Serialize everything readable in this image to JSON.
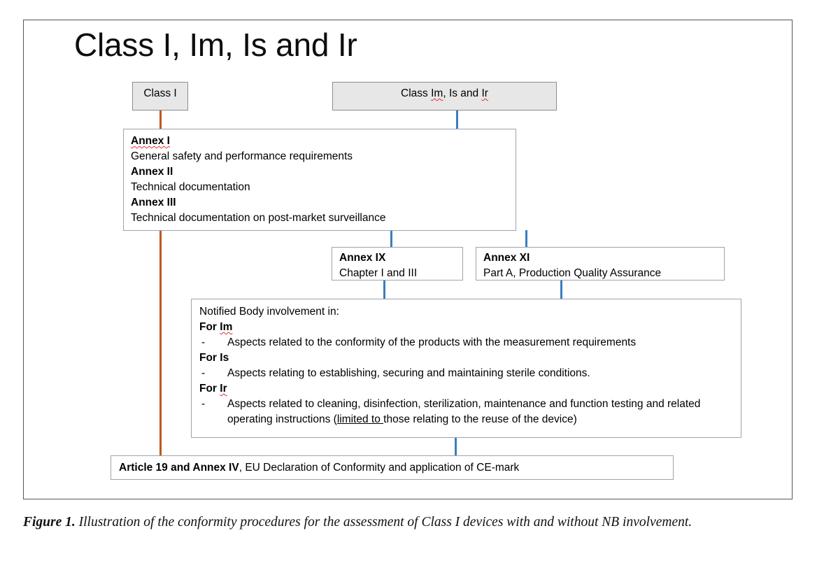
{
  "figure": {
    "title": "Class I, Im, Is and Ir",
    "caption_label": "Figure 1.",
    "caption_text": " Illustration of the conformity procedures for the assessment of Class I devices with and without NB involvement."
  },
  "colors": {
    "class_box_fill": "#e7e7e7",
    "class_box_border": "#8d8d8d",
    "node_border": "#9aa4b0",
    "connector_blue": "#3a7ebf",
    "connector_orange": "#c0561f",
    "frame_border": "#575757"
  },
  "nodes": {
    "class_i": {
      "label": "Class I"
    },
    "class_im_is_ir": {
      "label_prefix": "Class ",
      "label_im": "Im",
      "label_mid": ", Is and ",
      "label_ir": "Ir"
    },
    "annex_block": {
      "annex_i_heading": "Annex I",
      "annex_i_text": "General safety and performance requirements",
      "annex_ii_heading": "Annex II",
      "annex_ii_text": "Technical documentation",
      "annex_iii_heading": "Annex III",
      "annex_iii_text": "Technical documentation on post-market surveillance"
    },
    "annex_ix": {
      "heading": "Annex IX",
      "text": "Chapter I and III"
    },
    "annex_xi": {
      "heading": "Annex XI",
      "text": "Part A, Production Quality Assurance"
    },
    "notified_body": {
      "intro": "Notified Body involvement in:",
      "for_im_prefix": "For ",
      "for_im_term": "Im",
      "im_bullet_dash": "-",
      "im_bullet_text": "Aspects related to the conformity of the products with the measurement requirements",
      "for_is_prefix": "For ",
      "for_is_term": "Is",
      "is_bullet_dash": "-",
      "is_bullet_text": "Aspects relating to establishing, securing and maintaining sterile conditions.",
      "for_ir_prefix": "For ",
      "for_ir_term": "Ir",
      "ir_bullet_dash": "-",
      "ir_bullet_text_a": "Aspects related to cleaning, disinfection, sterilization, maintenance and function testing and related operating instructions (",
      "ir_bullet_underlined": "limited to ",
      "ir_bullet_text_b": "those relating to the reuse of the device)"
    },
    "article_19": {
      "bold_part": "Article 19 and Annex IV",
      "rest_part": ", EU Declaration of Conformity and application of CE-mark"
    }
  }
}
